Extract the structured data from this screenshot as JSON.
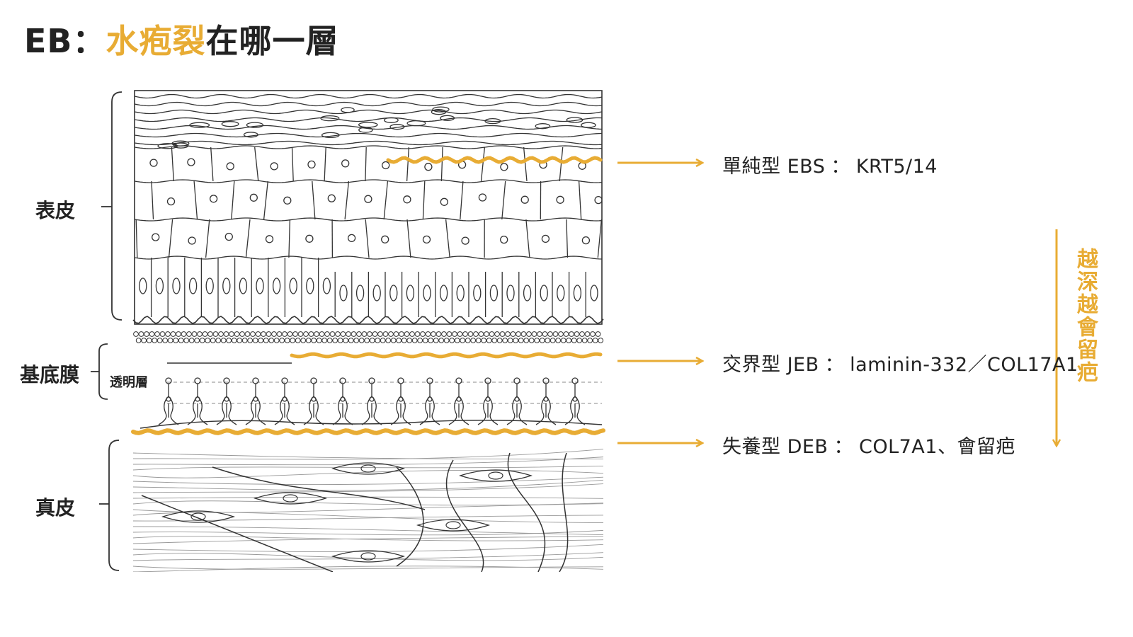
{
  "title": {
    "prefix": "EB：",
    "highlight": "水疱裂",
    "suffix": "在哪一層"
  },
  "layers": {
    "epidermis": "表皮",
    "basement_membrane": "基底膜",
    "lamina_lucida": "透明層",
    "dermis": "真皮"
  },
  "annotations": [
    {
      "type": "單純型 EBS",
      "detail": "KRT5/14"
    },
    {
      "type": "交界型 JEB",
      "detail": "laminin-332／COL17A1"
    },
    {
      "type": "失養型 DEB",
      "detail": "COL7A1、會留疤"
    }
  ],
  "depth_note": "越深越會留疤",
  "separator": "：",
  "colors": {
    "accent": "#e8ac34",
    "line": "#333333",
    "text": "#222222"
  }
}
